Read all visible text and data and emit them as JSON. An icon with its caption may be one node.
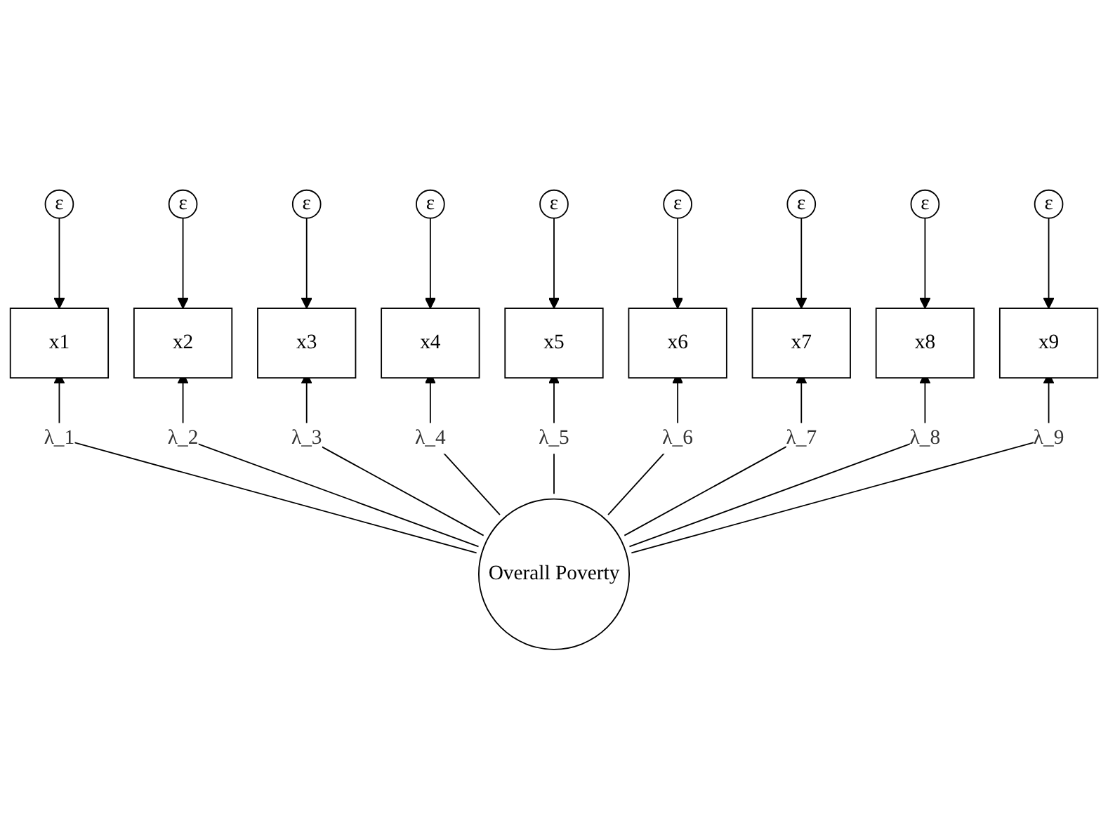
{
  "diagram": {
    "nodes": [
      {
        "text": [
          "ε"
        ]
      },
      {
        "text": [
          "ε"
        ]
      },
      {
        "text": [
          "ε"
        ]
      },
      {
        "text": [
          "ε"
        ]
      },
      {
        "text": [
          "ε"
        ]
      },
      {
        "text": [
          "ε"
        ]
      },
      {
        "text": [
          "ε"
        ]
      },
      {
        "text": [
          "ε"
        ]
      },
      {
        "text": [
          "ε"
        ]
      },
      {
        "text": [
          "x1"
        ]
      },
      {
        "text": [
          "x2"
        ]
      },
      {
        "text": [
          "x3"
        ]
      },
      {
        "text": [
          "x4"
        ]
      },
      {
        "text": [
          "x5"
        ]
      },
      {
        "text": [
          "x6"
        ]
      },
      {
        "text": [
          "x7"
        ]
      },
      {
        "text": [
          "x8"
        ]
      },
      {
        "text": [
          "x9"
        ]
      },
      {
        "text": [
          "Overall Poverty"
        ]
      }
    ],
    "edges": [
      {
        "from": 0,
        "to": 9,
        "arrow": "to"
      },
      {
        "from": 1,
        "to": 10,
        "arrow": "to"
      },
      {
        "from": 2,
        "to": 11,
        "arrow": "to"
      },
      {
        "from": 3,
        "to": 12,
        "arrow": "to"
      },
      {
        "from": 4,
        "to": 13,
        "arrow": "to"
      },
      {
        "from": 5,
        "to": 14,
        "arrow": "to"
      },
      {
        "from": 6,
        "to": 15,
        "arrow": "to"
      },
      {
        "from": 7,
        "to": 16,
        "arrow": "to"
      },
      {
        "from": 8,
        "to": 17,
        "arrow": "to"
      },
      {
        "from": 18,
        "to": 9,
        "arrow": "to",
        "label": "λ_1"
      },
      {
        "from": 18,
        "to": 10,
        "arrow": "to",
        "label": "λ_2"
      },
      {
        "from": 18,
        "to": 11,
        "arrow": "to",
        "label": "λ_3"
      },
      {
        "from": 18,
        "to": 12,
        "arrow": "to",
        "label": "λ_4"
      },
      {
        "from": 18,
        "to": 13,
        "arrow": "to",
        "label": "λ_5"
      },
      {
        "from": 18,
        "to": 14,
        "arrow": "to",
        "label": "λ_6"
      },
      {
        "from": 18,
        "to": 15,
        "arrow": "to",
        "label": "λ_7"
      },
      {
        "from": 18,
        "to": 16,
        "arrow": "to",
        "label": "λ_8"
      },
      {
        "from": 18,
        "to": 17,
        "arrow": "to",
        "label": "λ_9"
      }
    ]
  }
}
